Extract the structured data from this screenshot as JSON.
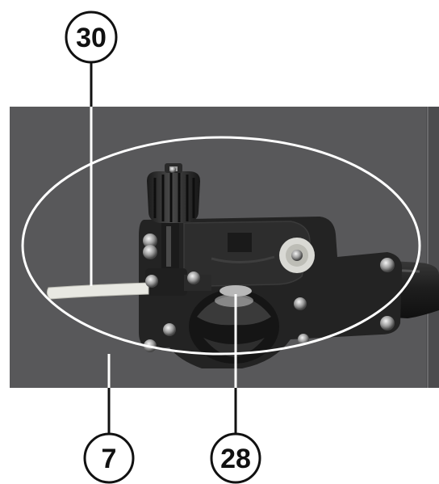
{
  "callouts": [
    {
      "id": "30",
      "label": "30"
    },
    {
      "id": "7",
      "label": "7"
    },
    {
      "id": "28",
      "label": "28"
    }
  ],
  "colors": {
    "photo_background": "#58585a",
    "highlight_ellipse": "#ffffff",
    "callout_ink": "#111111",
    "housing": "#232323",
    "wire_liner": "#e8e8e2"
  }
}
